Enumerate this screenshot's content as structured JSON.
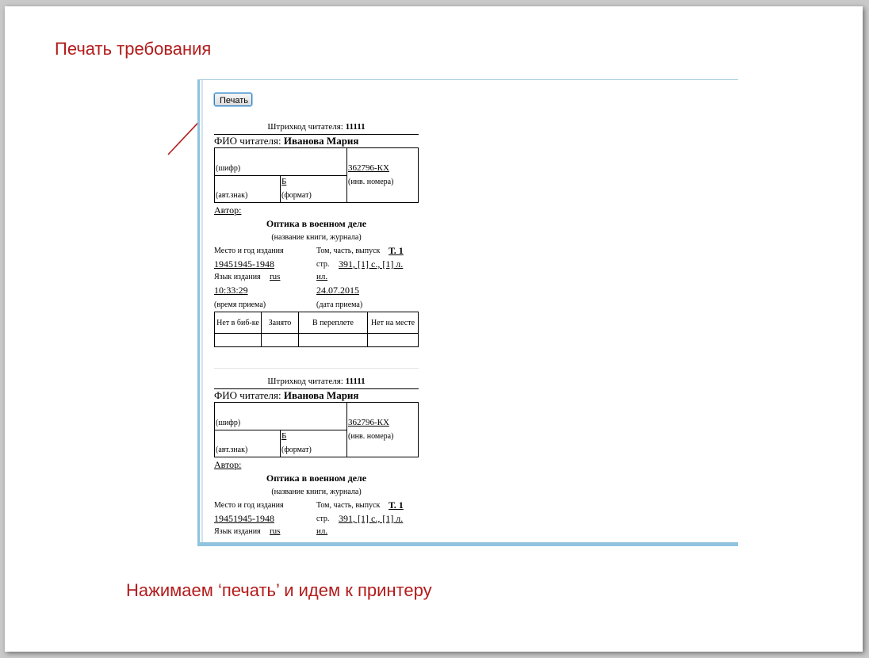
{
  "slide": {
    "title": "Печать требования",
    "caption": "Нажимаем ‘печать’ и идем к принтеру"
  },
  "screenshot": {
    "print_button": "Печать",
    "request": {
      "barcode_label": "Штрихкод читателя:",
      "barcode_value": "11111",
      "reader_label": "ФИО читателя:",
      "reader_name": "Иванова Мария",
      "cipher_label": "(шифр)",
      "inventory_value": "362796-КХ",
      "inventory_label": "(инв. номера)",
      "author_sign_label": "(авт.знак)",
      "format_value": "Б",
      "format_label": "(формат)",
      "author_label": "Автор:",
      "book_title": "Оптика в военном деле",
      "book_title_label": "(название книги, журнала)",
      "place_year_label": "Место и год издания",
      "place_year_value": "19451945-1948",
      "volume_label": "Том, часть, выпуск",
      "volume_value": "Т. 1",
      "pages_label": "стр.",
      "pages_value": "391, [1] с., [1] л.",
      "pages_value_cont": "ил.",
      "language_label": "Язык издания",
      "language_value": "rus",
      "time_value": "10:33:29",
      "time_label": "(время приема)",
      "date_value": "24.07.2015",
      "date_label": "(дата приема)",
      "status_columns": [
        "Нет в биб-ке",
        "Занято",
        "В переплете",
        "Нет на месте"
      ]
    }
  }
}
